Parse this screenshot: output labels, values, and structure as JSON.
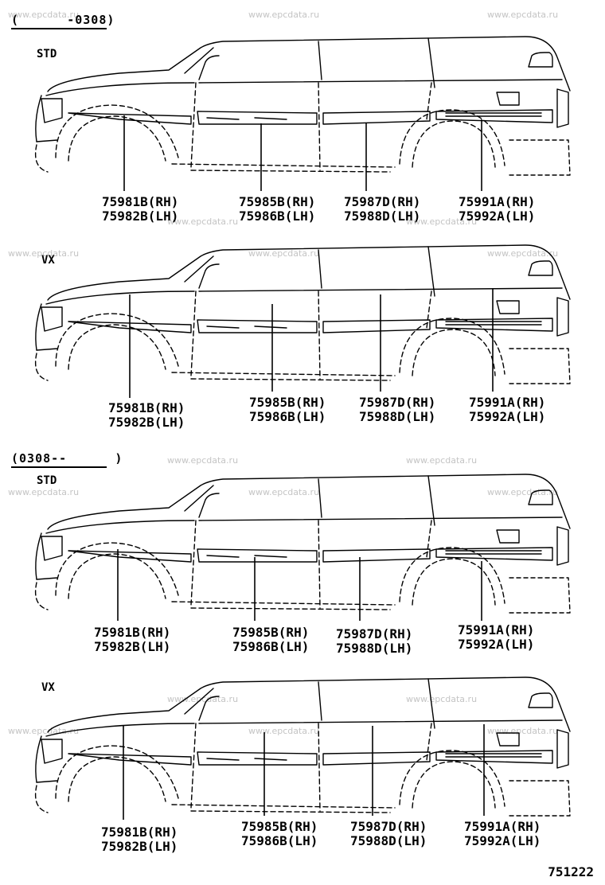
{
  "watermark": "www.epcdata.ru",
  "sections": [
    {
      "date_range": "(      -0308)",
      "diagrams": [
        {
          "variant": "STD",
          "callouts": [
            {
              "rh": "75981B(RH)",
              "lh": "75982B(LH)"
            },
            {
              "rh": "75985B(RH)",
              "lh": "75986B(LH)"
            },
            {
              "rh": "75987D(RH)",
              "lh": "75988D(LH)"
            },
            {
              "rh": "75991A(RH)",
              "lh": "75992A(LH)"
            }
          ]
        },
        {
          "variant": "VX",
          "callouts": [
            {
              "rh": "75981B(RH)",
              "lh": "75982B(LH)"
            },
            {
              "rh": "75985B(RH)",
              "lh": "75986B(LH)"
            },
            {
              "rh": "75987D(RH)",
              "lh": "75988D(LH)"
            },
            {
              "rh": "75991A(RH)",
              "lh": "75992A(LH)"
            }
          ]
        }
      ]
    },
    {
      "date_range": "(0308--      )",
      "diagrams": [
        {
          "variant": "STD",
          "callouts": [
            {
              "rh": "75981B(RH)",
              "lh": "75982B(LH)"
            },
            {
              "rh": "75985B(RH)",
              "lh": "75986B(LH)"
            },
            {
              "rh": "75987D(RH)",
              "lh": "75988D(LH)"
            },
            {
              "rh": "75991A(RH)",
              "lh": "75992A(LH)"
            }
          ]
        },
        {
          "variant": "VX",
          "callouts": [
            {
              "rh": "75981B(RH)",
              "lh": "75982B(LH)"
            },
            {
              "rh": "75985B(RH)",
              "lh": "75986B(LH)"
            },
            {
              "rh": "75987D(RH)",
              "lh": "75988D(LH)"
            },
            {
              "rh": "75991A(RH)",
              "lh": "75992A(LH)"
            }
          ]
        }
      ]
    }
  ],
  "figure_number": "751222"
}
